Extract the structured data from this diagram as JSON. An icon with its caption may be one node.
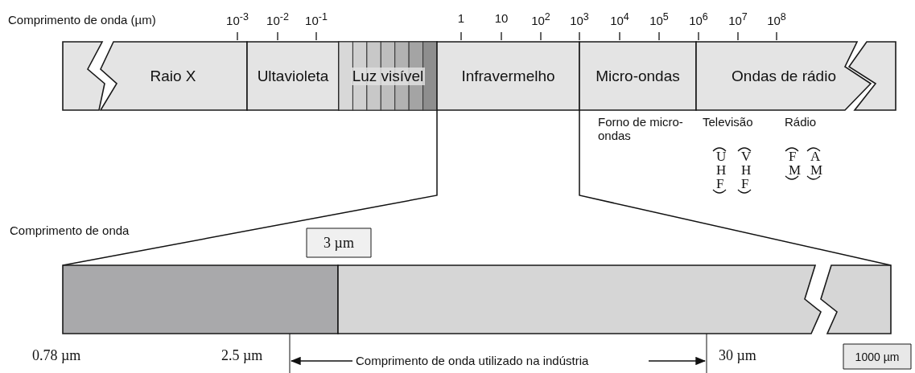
{
  "diagram": {
    "nodes": [
      {
        "text": [],
        "shape": "bar"
      },
      {
        "text": [
          "Raio X"
        ]
      },
      {
        "text": [
          "Ultavioleta"
        ]
      },
      {
        "text": [
          "Luz visível"
        ]
      },
      {
        "text": [
          "Infravermelho"
        ]
      },
      {
        "text": [
          "Micro-ondas"
        ]
      },
      {
        "text": [
          "Ondas de rádio"
        ]
      },
      {
        "text": [],
        "shape": "bar"
      },
      {
        "text": [
          "3 µm"
        ]
      },
      {
        "text": [],
        "shape": "bar"
      },
      {
        "text": [],
        "shape": "bar"
      },
      {
        "text": [],
        "shape": "bar"
      },
      {
        "text": [
          "1000 µm"
        ]
      }
    ],
    "edges": [
      {
        "from": 3,
        "to": 9,
        "arrow": "none"
      },
      {
        "from": 5,
        "to": 11,
        "arrow": "none"
      }
    ],
    "labels": [
      "Comprimento de onda (µm)",
      "10$^{-3}$",
      "10$^{-2}$",
      "10$^{-1}$",
      "1",
      "10",
      "10$^{2}$",
      "10$^{3}$",
      "10$^{4}$",
      "10$^{5}$",
      "10$^{6}$",
      "10$^{7}$",
      "10$^{8}$",
      "Forno de micro-ondas",
      "Televisão",
      "Rádio",
      "U H F",
      "V H F",
      "F M",
      "A M",
      "Comprimento de onda",
      "0.78 µm",
      "2.5 µm",
      "Comprimento de onda utilizado na indústria",
      "30 µm"
    ]
  }
}
